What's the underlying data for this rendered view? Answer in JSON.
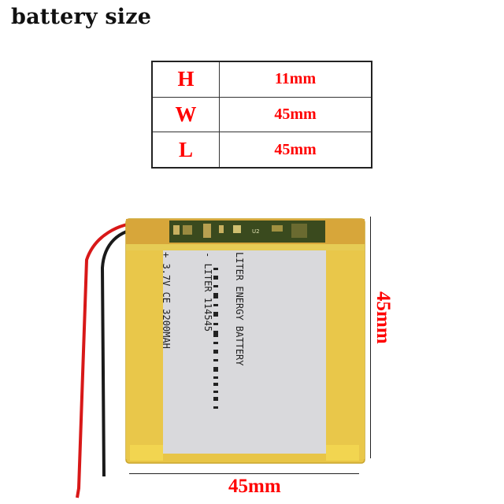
{
  "title": "battery size",
  "spec_table": {
    "rows": [
      {
        "key": "H",
        "value": "11mm"
      },
      {
        "key": "W",
        "value": "45mm"
      },
      {
        "key": "L",
        "value": "45mm"
      }
    ]
  },
  "battery_label": {
    "line1": "LITER ENERGY BATTERY",
    "line2": "- LITER 114545",
    "line3": "+ 3.7V CE 3200MAH",
    "pcb_marking": "U2"
  },
  "dimensions": {
    "vertical": "45mm",
    "horizontal": "45mm"
  },
  "colors": {
    "accent_red": "#ff0000",
    "battery_yellow": "#e8c547",
    "label_silver": "#d9d9dc",
    "wire_red": "#d81818",
    "wire_black": "#1a1a1a"
  }
}
